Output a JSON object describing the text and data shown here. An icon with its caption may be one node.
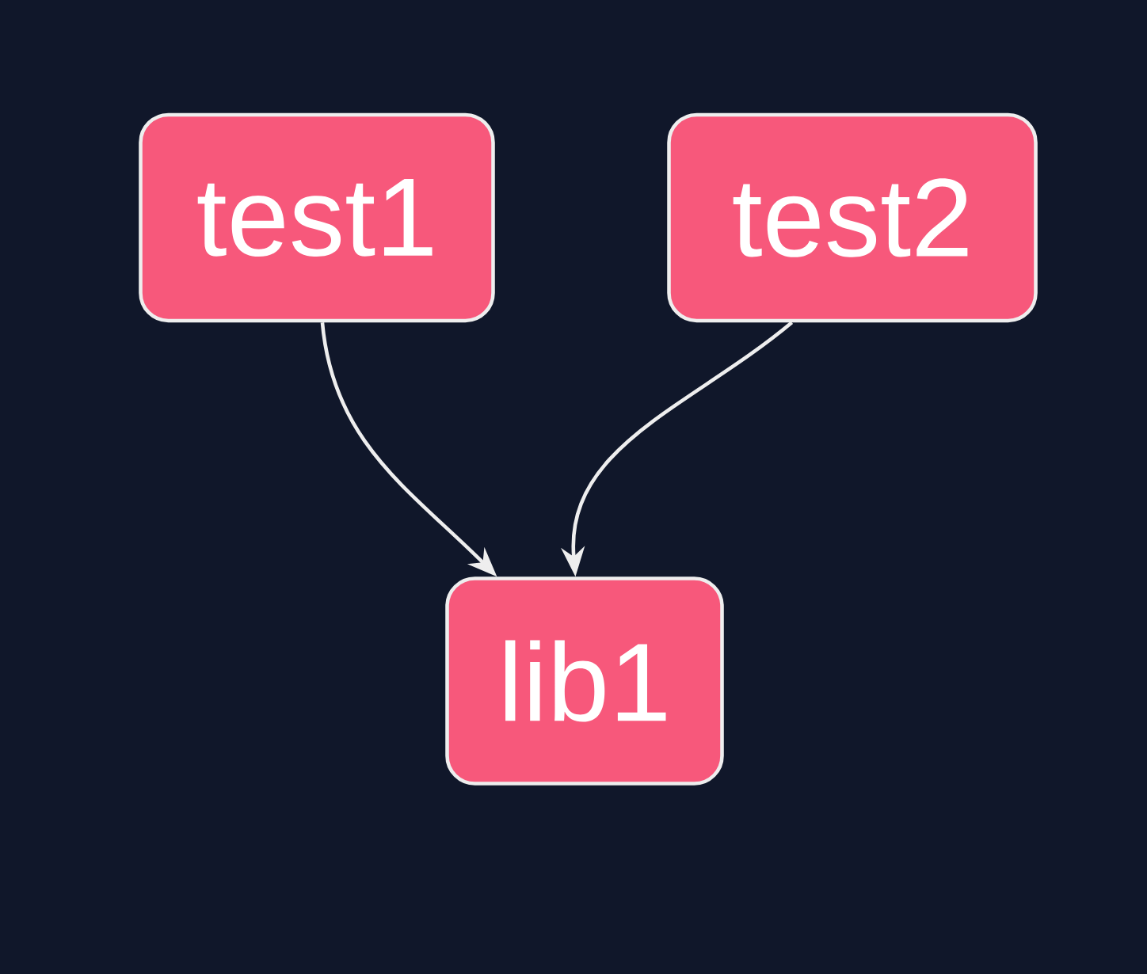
{
  "diagram": {
    "nodes": [
      {
        "text": [
          "test1"
        ]
      },
      {
        "text": [
          "test2"
        ]
      },
      {
        "text": [
          "lib1"
        ]
      }
    ],
    "edges": [
      {
        "from": 0,
        "to": 2,
        "arrow": "to"
      },
      {
        "from": 1,
        "to": 2,
        "arrow": "to"
      }
    ]
  }
}
